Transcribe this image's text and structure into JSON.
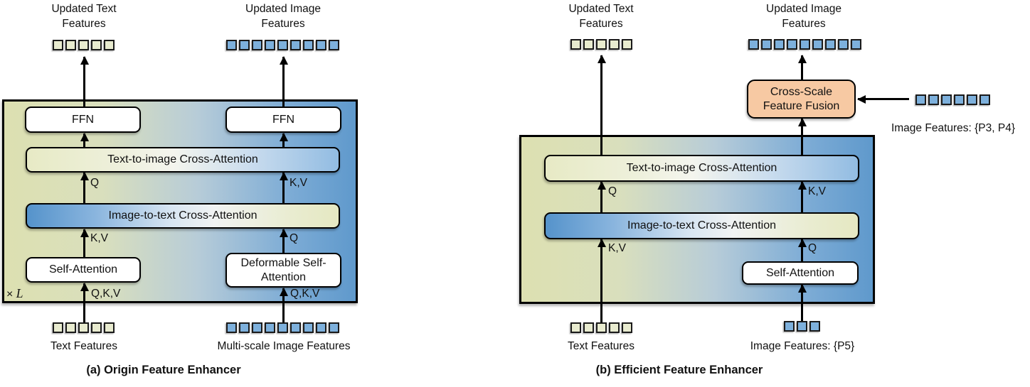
{
  "labels": {
    "q": "Q",
    "kv": "K,V",
    "qkv": "Q,K,V",
    "times": "×",
    "loop_var": "L"
  },
  "colors": {
    "text_token_fill": "#e8ebcf",
    "image_token_fill": "#7db0dc",
    "token_border": "#1a1a1a",
    "fusion_fill": "#f7c9a3"
  },
  "diagram_a": {
    "caption": "(a) Origin Feature Enhancer",
    "updated_text_features": "Updated Text Features",
    "updated_image_features": "Updated Image Features",
    "ffn": "FFN",
    "text_to_image": "Text-to-image Cross-Attention",
    "image_to_text": "Image-to-text Cross-Attention",
    "self_attention": "Self-Attention",
    "deformable_self_attention": "Deformable Self-Attention",
    "text_features": "Text Features",
    "multiscale_image_features": "Multi-scale Image Features",
    "tokens": {
      "updated_text": {
        "count": 5,
        "type": "text"
      },
      "updated_image": {
        "count": 9,
        "type": "image"
      },
      "input_text": {
        "count": 5,
        "type": "text"
      },
      "input_image": {
        "count": 9,
        "type": "image"
      }
    }
  },
  "diagram_b": {
    "caption": "(b) Efficient Feature Enhancer",
    "updated_text_features": "Updated Text Features",
    "updated_image_features": "Updated Image Features",
    "text_to_image": "Text-to-image Cross-Attention",
    "image_to_text": "Image-to-text Cross-Attention",
    "self_attention": "Self-Attention",
    "cross_scale_fusion": "Cross-Scale Feature Fusion",
    "image_features_p34": "Image Features: {P3, P4}",
    "image_features_p5": "Image Features: {P5}",
    "text_features": "Text Features",
    "tokens": {
      "updated_text": {
        "count": 5,
        "type": "text"
      },
      "updated_image": {
        "count": 9,
        "type": "image"
      },
      "input_text": {
        "count": 5,
        "type": "text"
      },
      "p34": {
        "count": 6,
        "type": "image"
      },
      "p5": {
        "count": 3,
        "type": "image"
      }
    }
  }
}
